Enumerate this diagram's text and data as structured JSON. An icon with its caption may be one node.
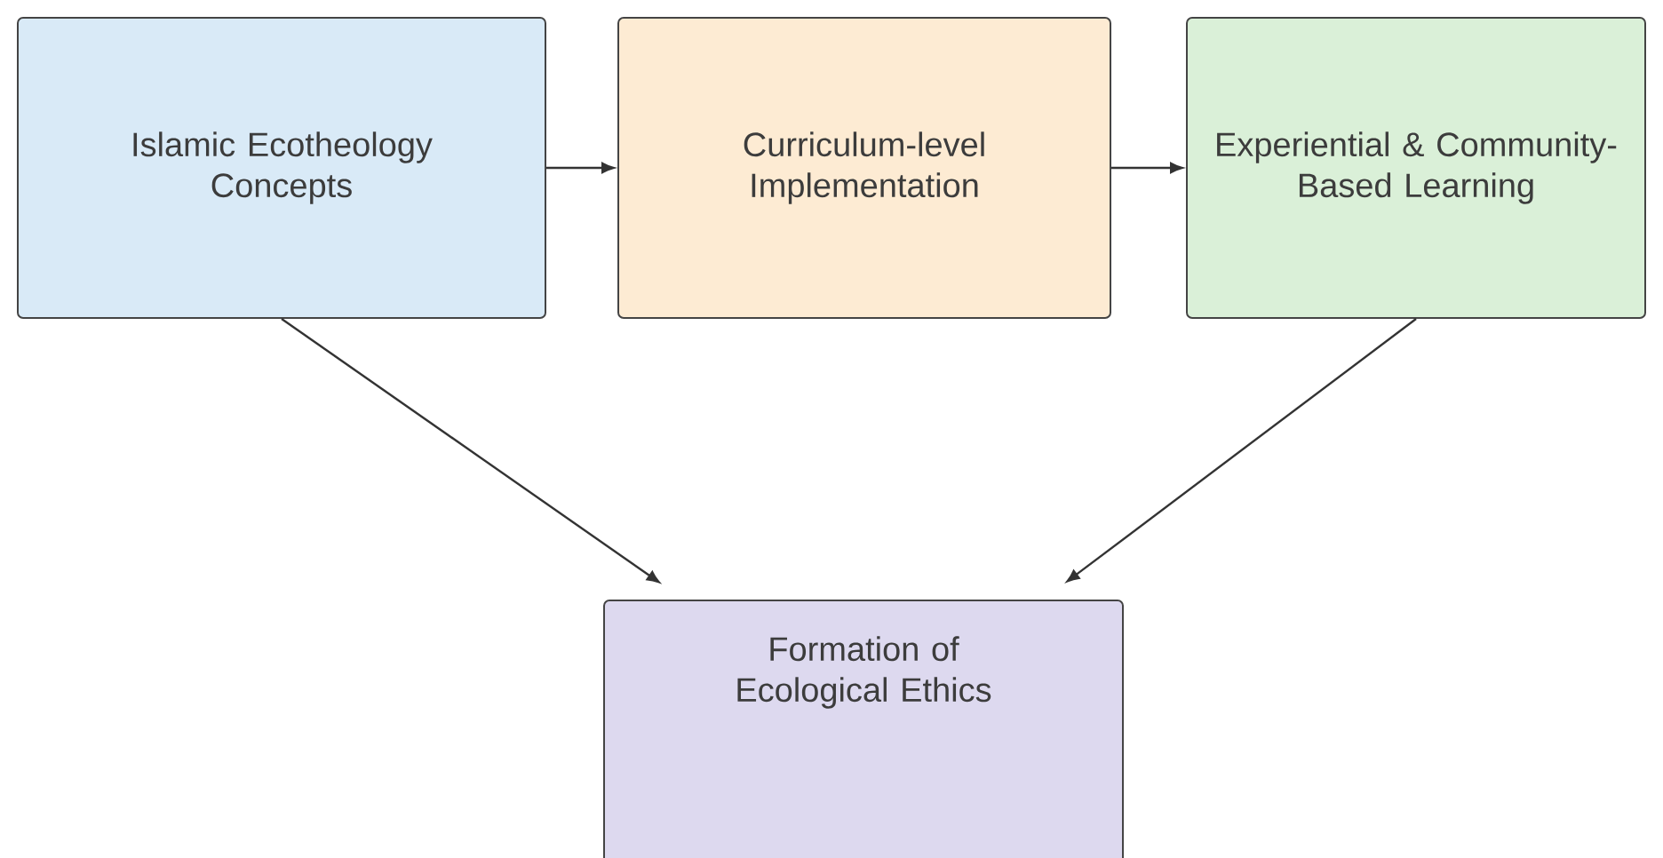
{
  "diagram": {
    "nodes": [
      {
        "text": [
          "Islamic Ecotheology Concepts"
        ]
      },
      {
        "text": [
          "Curriculum-level Implementation"
        ]
      },
      {
        "text": [
          "Experiential & Community-Based Learning"
        ]
      },
      {
        "text": [
          "Formation of Ecological Ethics"
        ]
      }
    ],
    "edges": [
      {
        "from": 0,
        "to": 1,
        "arrow": "to"
      },
      {
        "from": 1,
        "to": 2,
        "arrow": "to"
      },
      {
        "from": 0,
        "to": 3,
        "arrow": "to"
      },
      {
        "from": 2,
        "to": 3,
        "arrow": "to"
      }
    ]
  }
}
